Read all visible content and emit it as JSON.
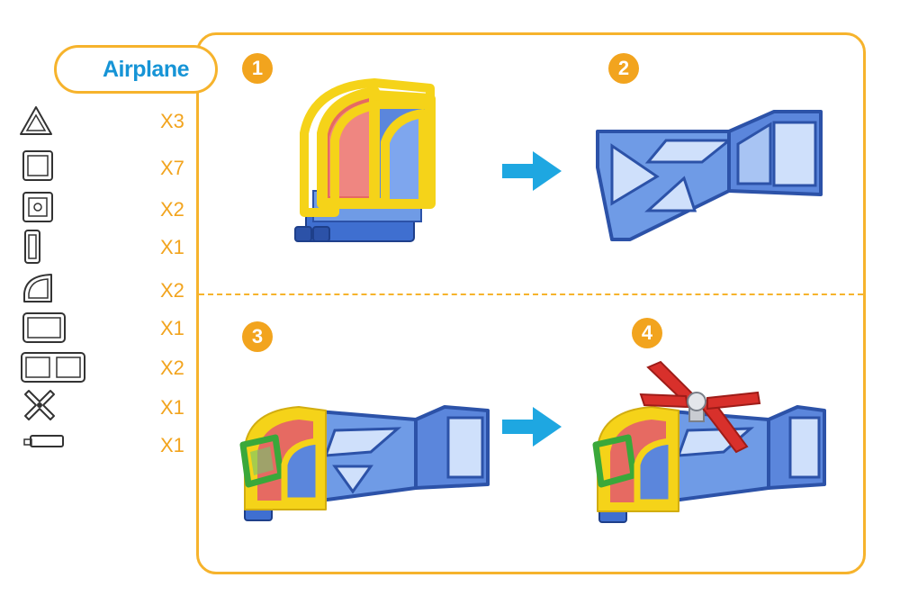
{
  "title": "Airplane",
  "parts": [
    {
      "icon": "triangle-tile-icon",
      "qty": "X3"
    },
    {
      "icon": "square-tile-icon",
      "qty": "X7"
    },
    {
      "icon": "square-window-tile-icon",
      "qty": "X2"
    },
    {
      "icon": "narrow-rectangle-tile-icon",
      "qty": "X1"
    },
    {
      "icon": "curved-tile-icon",
      "qty": "X2"
    },
    {
      "icon": "wide-rectangle-tile-icon",
      "qty": "X1"
    },
    {
      "icon": "double-square-tile-icon",
      "qty": "X2"
    },
    {
      "icon": "propeller-piece-icon",
      "qty": "X1"
    },
    {
      "icon": "axle-piece-icon",
      "qty": "X1"
    }
  ],
  "steps": [
    {
      "number": "1"
    },
    {
      "number": "2"
    },
    {
      "number": "3"
    },
    {
      "number": "4"
    }
  ],
  "colors": {
    "accent": "#f6b32c",
    "title": "#1694d6",
    "arrow": "#1ea7e1",
    "yellow_tile": "#f5d319",
    "blue_tile": "#3f6fd0",
    "red_tile": "#e0302c",
    "green_tile": "#3aa83a"
  }
}
